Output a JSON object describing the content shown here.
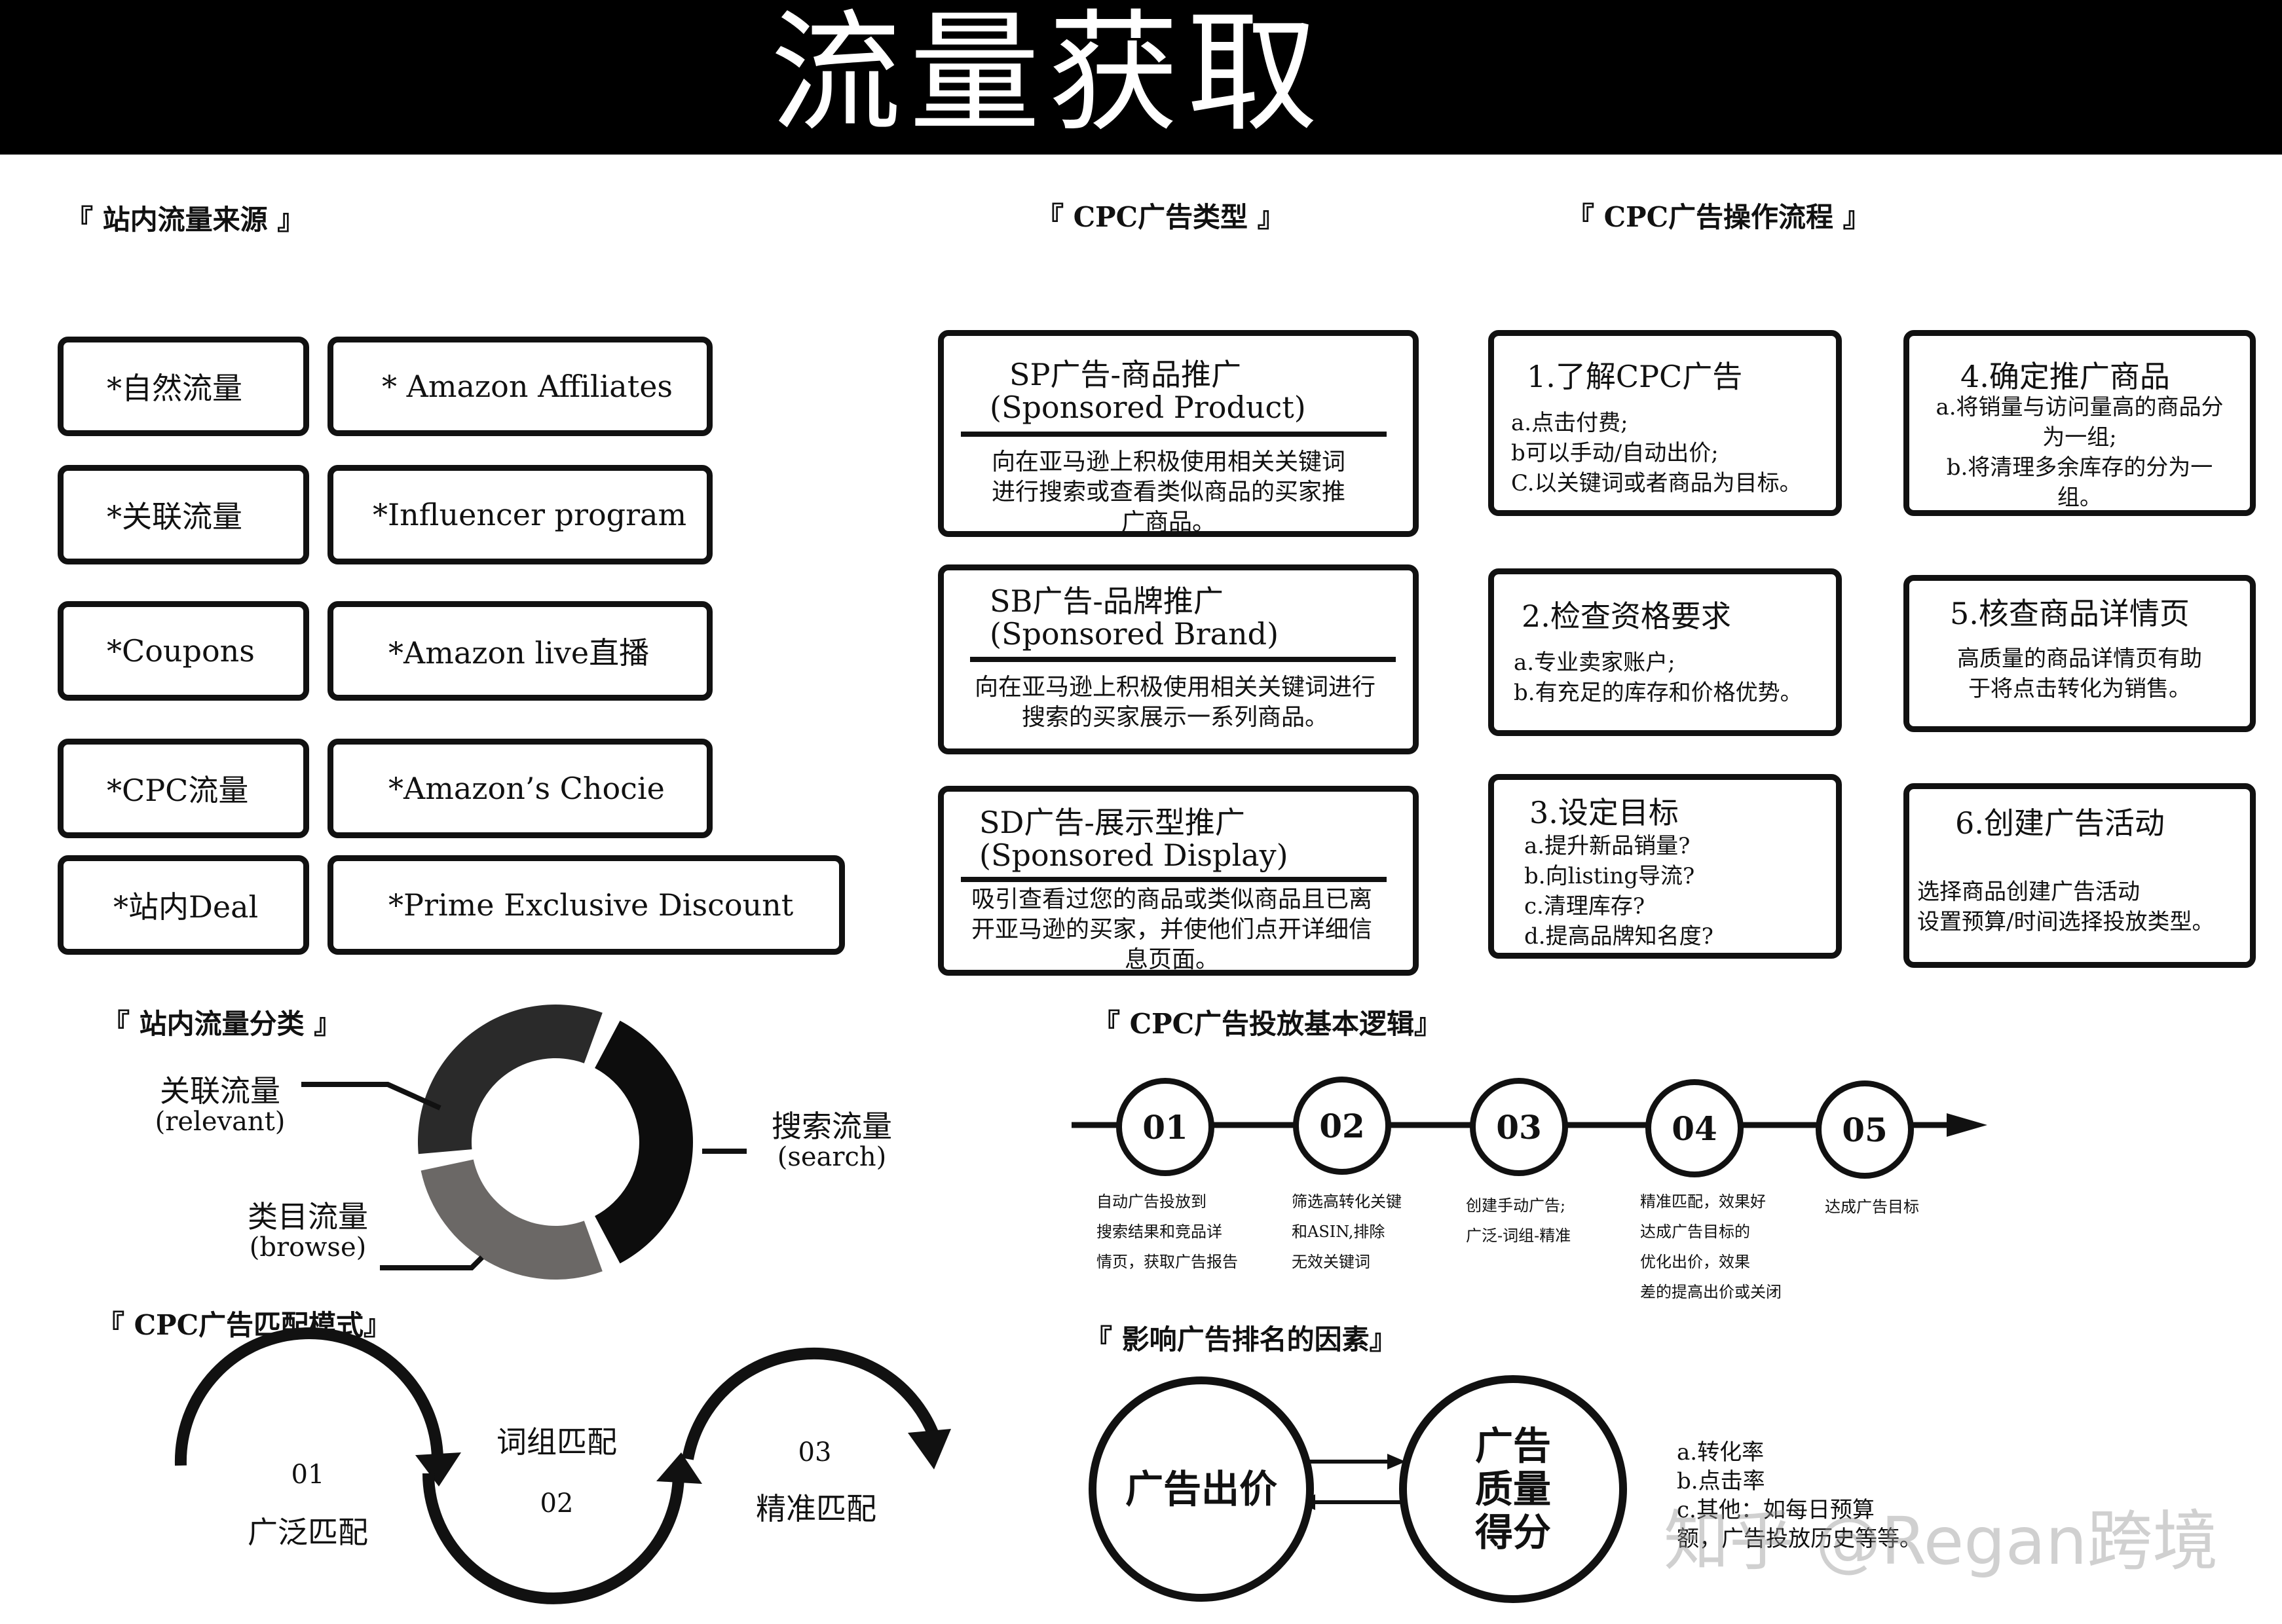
{
  "header": {
    "title": "流量获取"
  },
  "sections": {
    "sources": "『 站内流量来源 』",
    "cpc_types": "『 CPC广告类型 』",
    "cpc_process": "『 CPC广告操作流程 』",
    "categories": "『 站内流量分类 』",
    "logic": "『 CPC广告投放基本逻辑』",
    "match": "『 CPC广告匹配模式』",
    "ranking": "『 影响广告排名的因素』"
  },
  "sources": [
    "*自然流量",
    "* Amazon Affiliates",
    "*关联流量",
    "*Influencer program",
    "*Coupons",
    "*Amazon live直播",
    "*CPC流量",
    "*Amazon’s Chocie",
    "*站内Deal",
    "*Prime Exclusive Discount"
  ],
  "ad_types": [
    {
      "title1": "SP广告-商品推广",
      "title2": "(Sponsored Product)",
      "desc": "向在亚马逊上积极使用相关关键词进行搜索或查看类似商品的买家推广商品。"
    },
    {
      "title1": "SB广告-品牌推广",
      "title2": "(Sponsored Brand)",
      "desc": "向在亚马逊上积极使用相关关键词进行搜索的买家展示一系列商品。"
    },
    {
      "title1": "SD广告-展示型推广",
      "title2": "(Sponsored Display)",
      "desc": "吸引查看过您的商品或类似商品且已离开亚马逊的买家，并使他们点开详细信息页面。"
    }
  ],
  "steps": [
    {
      "title": "1.了解CPC广告",
      "lines": [
        "a.点击付费;",
        "b可以手动/自动出价;",
        "C.以关键词或者商品为目标。"
      ]
    },
    {
      "title": "2.检查资格要求",
      "lines": [
        "a.专业卖家账户;",
        "b.有充足的库存和价格优势。"
      ]
    },
    {
      "title": "3.设定目标",
      "lines": [
        "a.提升新品销量?",
        "b.向listing导流?",
        "c.清理库存?",
        "d.提高品牌知名度?"
      ]
    },
    {
      "title": "4.确定推广商品",
      "lines": [
        "a.将销量与访问量高的商品分为一组;",
        "b.将清理多余库存的分为一组。"
      ]
    },
    {
      "title": "5.核查商品详情页",
      "lines": [
        "高质量的商品详情页有助于将点击转化为销售。"
      ]
    },
    {
      "title": "6.创建广告活动",
      "lines": [
        "选择商品创建广告活动",
        "设置预算/时间选择投放类型。"
      ]
    }
  ],
  "categories": {
    "relevant": {
      "cn": "关联流量",
      "en": "(relevant)"
    },
    "search": {
      "cn": "搜索流量",
      "en": "(search)"
    },
    "browse": {
      "cn": "类目流量",
      "en": "(browse)"
    },
    "colors": {
      "relevant": "#2a2a2a",
      "search": "#0d0d0d",
      "browse": "#6b6866"
    }
  },
  "logic": [
    {
      "num": "01",
      "lines": [
        "自动广告投放到",
        "搜索结果和竞品详",
        "情页，获取广告报告"
      ]
    },
    {
      "num": "02",
      "lines": [
        "筛选高转化关键",
        "和ASIN,排除",
        "无效关键词"
      ]
    },
    {
      "num": "03",
      "lines": [
        "创建手动广告;",
        "广泛-词组-精准"
      ]
    },
    {
      "num": "04",
      "lines": [
        "精准匹配，效果好",
        "达成广告目标的",
        "优化出价，效果",
        "差的提高出价或关闭"
      ]
    },
    {
      "num": "05",
      "lines": [
        "达成广告目标"
      ]
    }
  ],
  "match": [
    {
      "num": "01",
      "name": "广泛匹配"
    },
    {
      "num": "02",
      "name": "词组匹配"
    },
    {
      "num": "03",
      "name": "精准匹配"
    }
  ],
  "ranking": {
    "bid": "广告出价",
    "quality": [
      "广告",
      "质量",
      "得分"
    ],
    "factors": [
      "a.转化率",
      "b.点击率",
      "c.其他：如每日预算",
      "额，广告投放历史等等。"
    ]
  },
  "watermark": "知乎 @Regan跨境"
}
